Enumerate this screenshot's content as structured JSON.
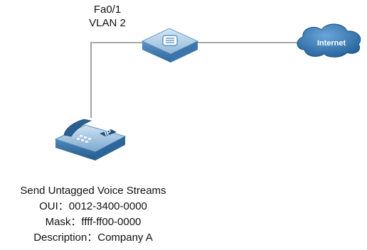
{
  "switch_port": {
    "interface": "Fa0/1",
    "vlan": "VLAN 2"
  },
  "cloud": {
    "label": "Internet"
  },
  "phone": {
    "badge": "IP"
  },
  "caption": {
    "line1": "Send Untagged Voice Streams",
    "line2": "OUI：0012-3400-0000",
    "line3": "Mask：ffff-ff00-0000",
    "line4": "Description：Company A"
  },
  "colors": {
    "device_blue": "#4a86b8",
    "cloud_blue": "#2e6fa8",
    "link_gray": "#8a8a8a"
  }
}
